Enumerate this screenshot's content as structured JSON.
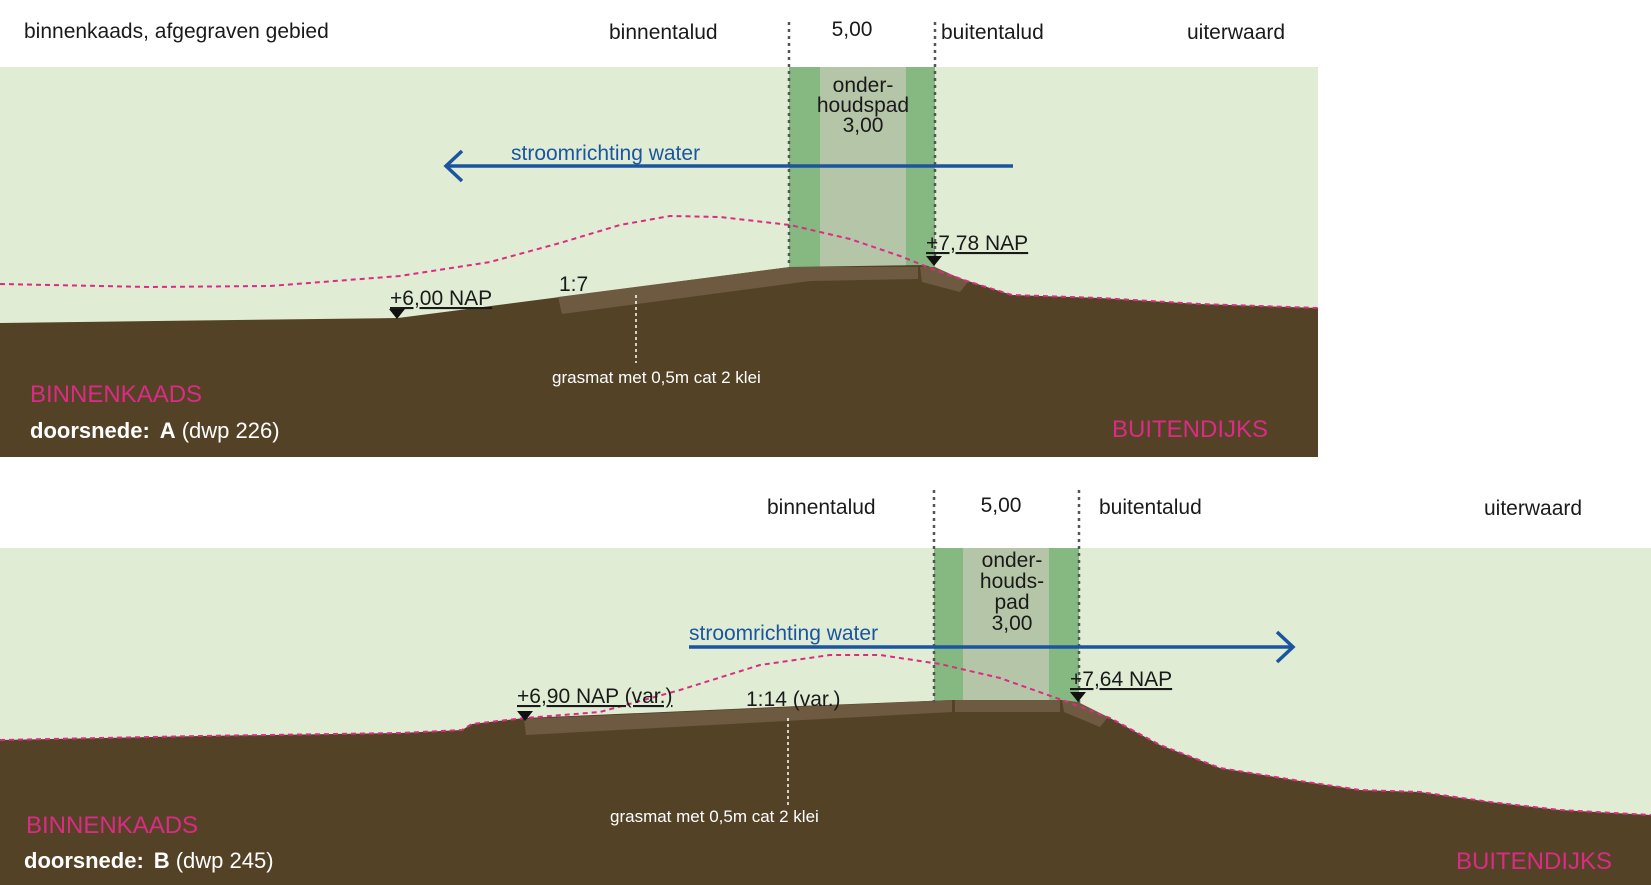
{
  "colors": {
    "air": "#e0edd4",
    "soil": "#544227",
    "crown_green": "#86b881",
    "path_grey": "#b5c5a7",
    "clay_layer": "#6e5a40",
    "flow_arrow": "#1b55a0",
    "pink": "#db2b83",
    "white_text": "#ffffff"
  },
  "section_a": {
    "top_left_label": "binnenkaads, afgegraven gebied",
    "binnentalud": "binnentalud",
    "crown_width": "5,00",
    "buitentalud": "buitentalud",
    "uiterwaard": "uiterwaard",
    "path_line1": "onder-",
    "path_line2": "houdspad",
    "path_line3": "3,00",
    "flow_label": "stroomrichting water",
    "flow_direction": "left",
    "level_inner": "+6,00 NAP",
    "level_outer": "+7,78 NAP",
    "slope": "1:7",
    "grass_note": "grasmat met 0,5m cat 2 klei",
    "region_inner": "BINNENKAADS",
    "section_prefix": "doorsnede:",
    "section_letter": "A",
    "section_ref": "(dwp 226)",
    "region_outer": "BUITENDIJKS"
  },
  "section_b": {
    "binnentalud": "binnentalud",
    "crown_width": "5,00",
    "buitentalud": "buitentalud",
    "uiterwaard": "uiterwaard",
    "path_line1": "onder-",
    "path_line2": "houds-",
    "path_line3": "pad",
    "path_line4": "3,00",
    "flow_label": "stroomrichting water",
    "flow_direction": "right",
    "level_inner": "+6,90 NAP (var.)",
    "level_outer": "+7,64 NAP",
    "slope": "1:14 (var.)",
    "grass_note": "grasmat met 0,5m cat 2 klei",
    "region_inner": "BINNENKAADS",
    "section_prefix": "doorsnede:",
    "section_letter": "B",
    "section_ref": "(dwp 245)",
    "region_outer": "BUITENDIJKS"
  }
}
